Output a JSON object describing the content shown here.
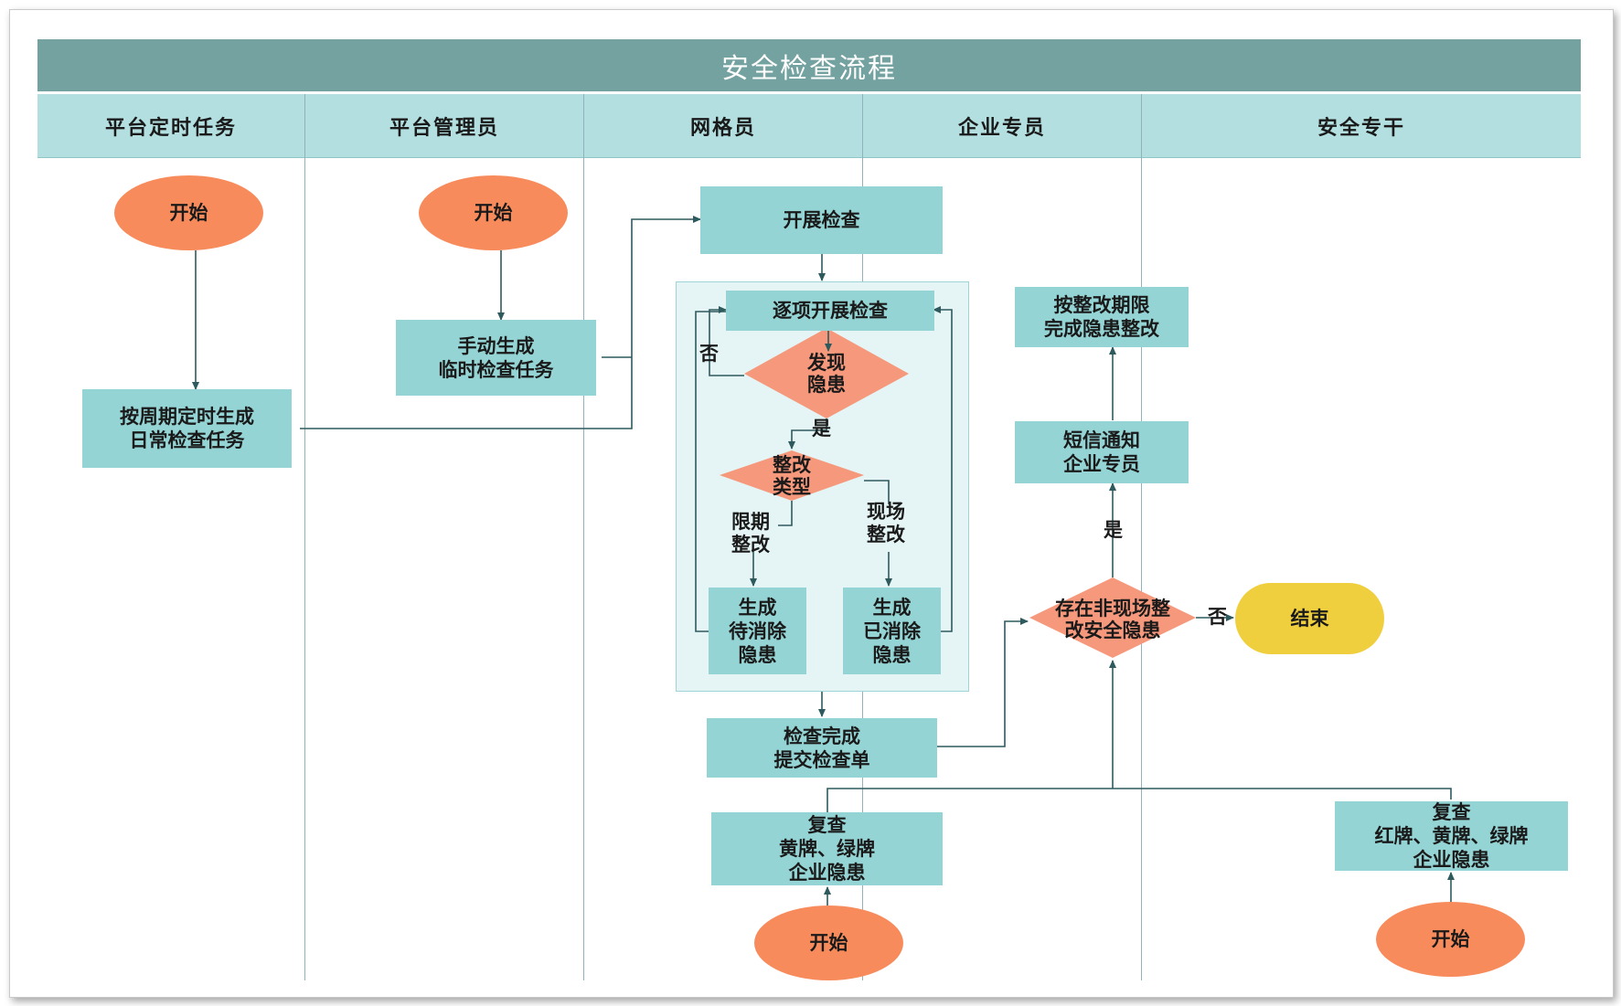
{
  "title": "安全检查流程",
  "lanes": [
    "平台定时任务",
    "平台管理员",
    "网格员",
    "企业专员",
    "安全专干"
  ],
  "nodes": {
    "start_1": "开始",
    "start_2": "开始",
    "start_3": "开始",
    "start_4": "开始",
    "end": "结束",
    "daily_task": "按周期定时生成\n日常检查任务",
    "manual_task": "手动生成\n临时检查任务",
    "begin_check": "开展检查",
    "item_check": "逐项开展检查",
    "find_hazard": "发现\n隐患",
    "rectify_type": "整改\n类型",
    "gen_pending": "生成\n待消除\n隐患",
    "gen_cleared": "生成\n已消除\n隐患",
    "check_done": "检查完成\n提交检查单",
    "recheck_yg": "复查\n黄牌、绿牌\n企业隐患",
    "recheck_ryg": "复查\n红牌、黄牌、绿牌\n企业隐患",
    "exists_hazard": "存在非现场整\n改安全隐患",
    "sms_notify": "短信通知\n企业专员",
    "deadline_fix": "按整改期限\n完成隐患整改"
  },
  "edge_labels": {
    "no_1": "否",
    "yes_1": "是",
    "deadline": "限期\n整改",
    "onsite": "现场\n整改",
    "yes_2": "是",
    "no_2": "否"
  },
  "colors": {
    "title_bar": "#73a2a0",
    "lane_header": "#b3dfe0",
    "process": "#95d4d4",
    "start": "#f78b5b",
    "decision": "#f5987c",
    "end": "#f0cf3e",
    "line": "#2e5a5e"
  }
}
